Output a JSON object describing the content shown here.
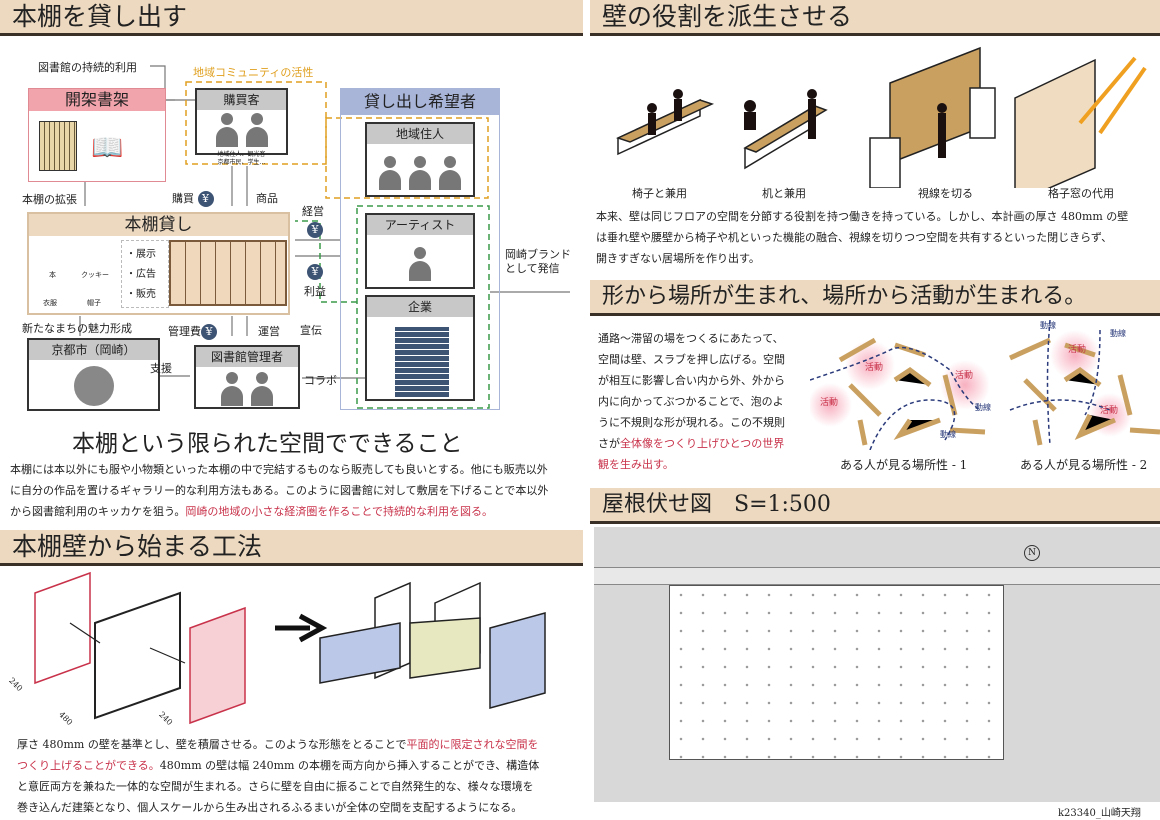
{
  "sections": {
    "lend": "本棚を貸し出す",
    "wall_role": "壁の役割を派生させる",
    "form": "形から場所が生まれ、場所から活動が生まれる。",
    "roof": "屋根伏せ図　S=1:500",
    "method": "本棚壁から始まる工法"
  },
  "diagram": {
    "sustainable_use": "図書館の持続的利用",
    "community": "地域コミュニティの活性",
    "open_shelf": "開架書架",
    "buyers": {
      "title": "購買客",
      "desc1": "地域住人、観光客",
      "desc2": "京都市民、学生…"
    },
    "lenders": "貸し出し希望者",
    "residents": "地域住人",
    "artist": "アーティスト",
    "company": "企業",
    "shelf_rental": "本棚貸し",
    "items": {
      "book": "本",
      "cookie": "クッキー",
      "clothes": "衣服",
      "hat": "帽子"
    },
    "uses": [
      "・展示",
      "・広告",
      "・販売"
    ],
    "kyoto": "京都市（岡崎）",
    "manager": "図書館管理者",
    "labels": {
      "expand": "本棚の拡張",
      "purchase": "購買",
      "goods": "商品",
      "manage": "経営",
      "profit": "利益",
      "ad": "宣伝",
      "collab": "コラボ",
      "fee": "管理費",
      "operate": "運営",
      "support": "支援",
      "charm": "新たなまちの魅力形成",
      "brand1": "岡崎ブランド",
      "brand2": "として発信",
      "yen": "¥"
    }
  },
  "lend_text": {
    "heading": "本棚という限られた空間でできること",
    "p1": "本棚には本以外にも服や小物類といった本棚の中で完結するものなら販売しても良いとする。他にも販売以外",
    "p2": "に自分の作品を置けるギャラリー的な利用方法もある。このように図書館に対して敷居を下げることで本以外",
    "p3": "から図書館利用のキッカケを狙う。",
    "p3_red": "岡崎の地域の小さな経済圏を作ることで持続的な利用を図る。"
  },
  "wall_roles": {
    "captions": [
      "椅子と兼用",
      "机と兼用",
      "視線を切る",
      "格子窓の代用"
    ],
    "text": [
      "本来、壁は同じフロアの空間を分節する役割を持つ働きを持っている。しかし、本計画の厚さ 480mm の壁",
      "は垂れ壁や腰壁から椅子や机といった機能の融合、視線を切りつつ空間を共有するといった閉じきらず、",
      "開きすぎない居場所を作り出す。"
    ]
  },
  "form_text": {
    "lines": [
      "通路～滞留の場をつくるにあたって、",
      "空間は壁、スラブを押し広げる。空間",
      "が相互に影響し合い内から外、外から",
      "内に向かってぶつかることで、泡のよ",
      "うに不規則な形が現れる。この不規則"
    ],
    "l6a": "さが",
    "l6b": "全体像をつくり上げひとつの世界",
    "l7": "観を生み出す。",
    "activity": "活動",
    "flow": "動線",
    "cap1": "ある人が見る場所性 - 1",
    "cap2": "ある人が見る場所性 - 2"
  },
  "method_text": {
    "dims": [
      "240",
      "480",
      "240"
    ],
    "l1a": "厚さ 480mm の壁を基準とし、壁を積層させる。このような形態をとることで",
    "l1b": "平面的に限定されな空間を",
    "l2a": "つくり上げることができる。",
    "l2b": "480mm の壁は幅 240mm の本棚を両方向から挿入することができ、構造体",
    "l3": "と意匠両方を兼ねた一体的な空間が生まれる。さらに壁を自由に振ることで自然発生的な、様々な環境を",
    "l4": "巻き込んだ建築となり、個人スケールから生み出されるふるまいが全体の空間を支配するようになる。"
  },
  "roof": {
    "north": "N",
    "credit": "k23340_山崎天翔"
  },
  "colors": {
    "header": "#ecd9c0",
    "accent_red": "#c8324a",
    "orange": "#e0a020",
    "green": "#3a9a4a",
    "blue": "#a8b4d8"
  }
}
